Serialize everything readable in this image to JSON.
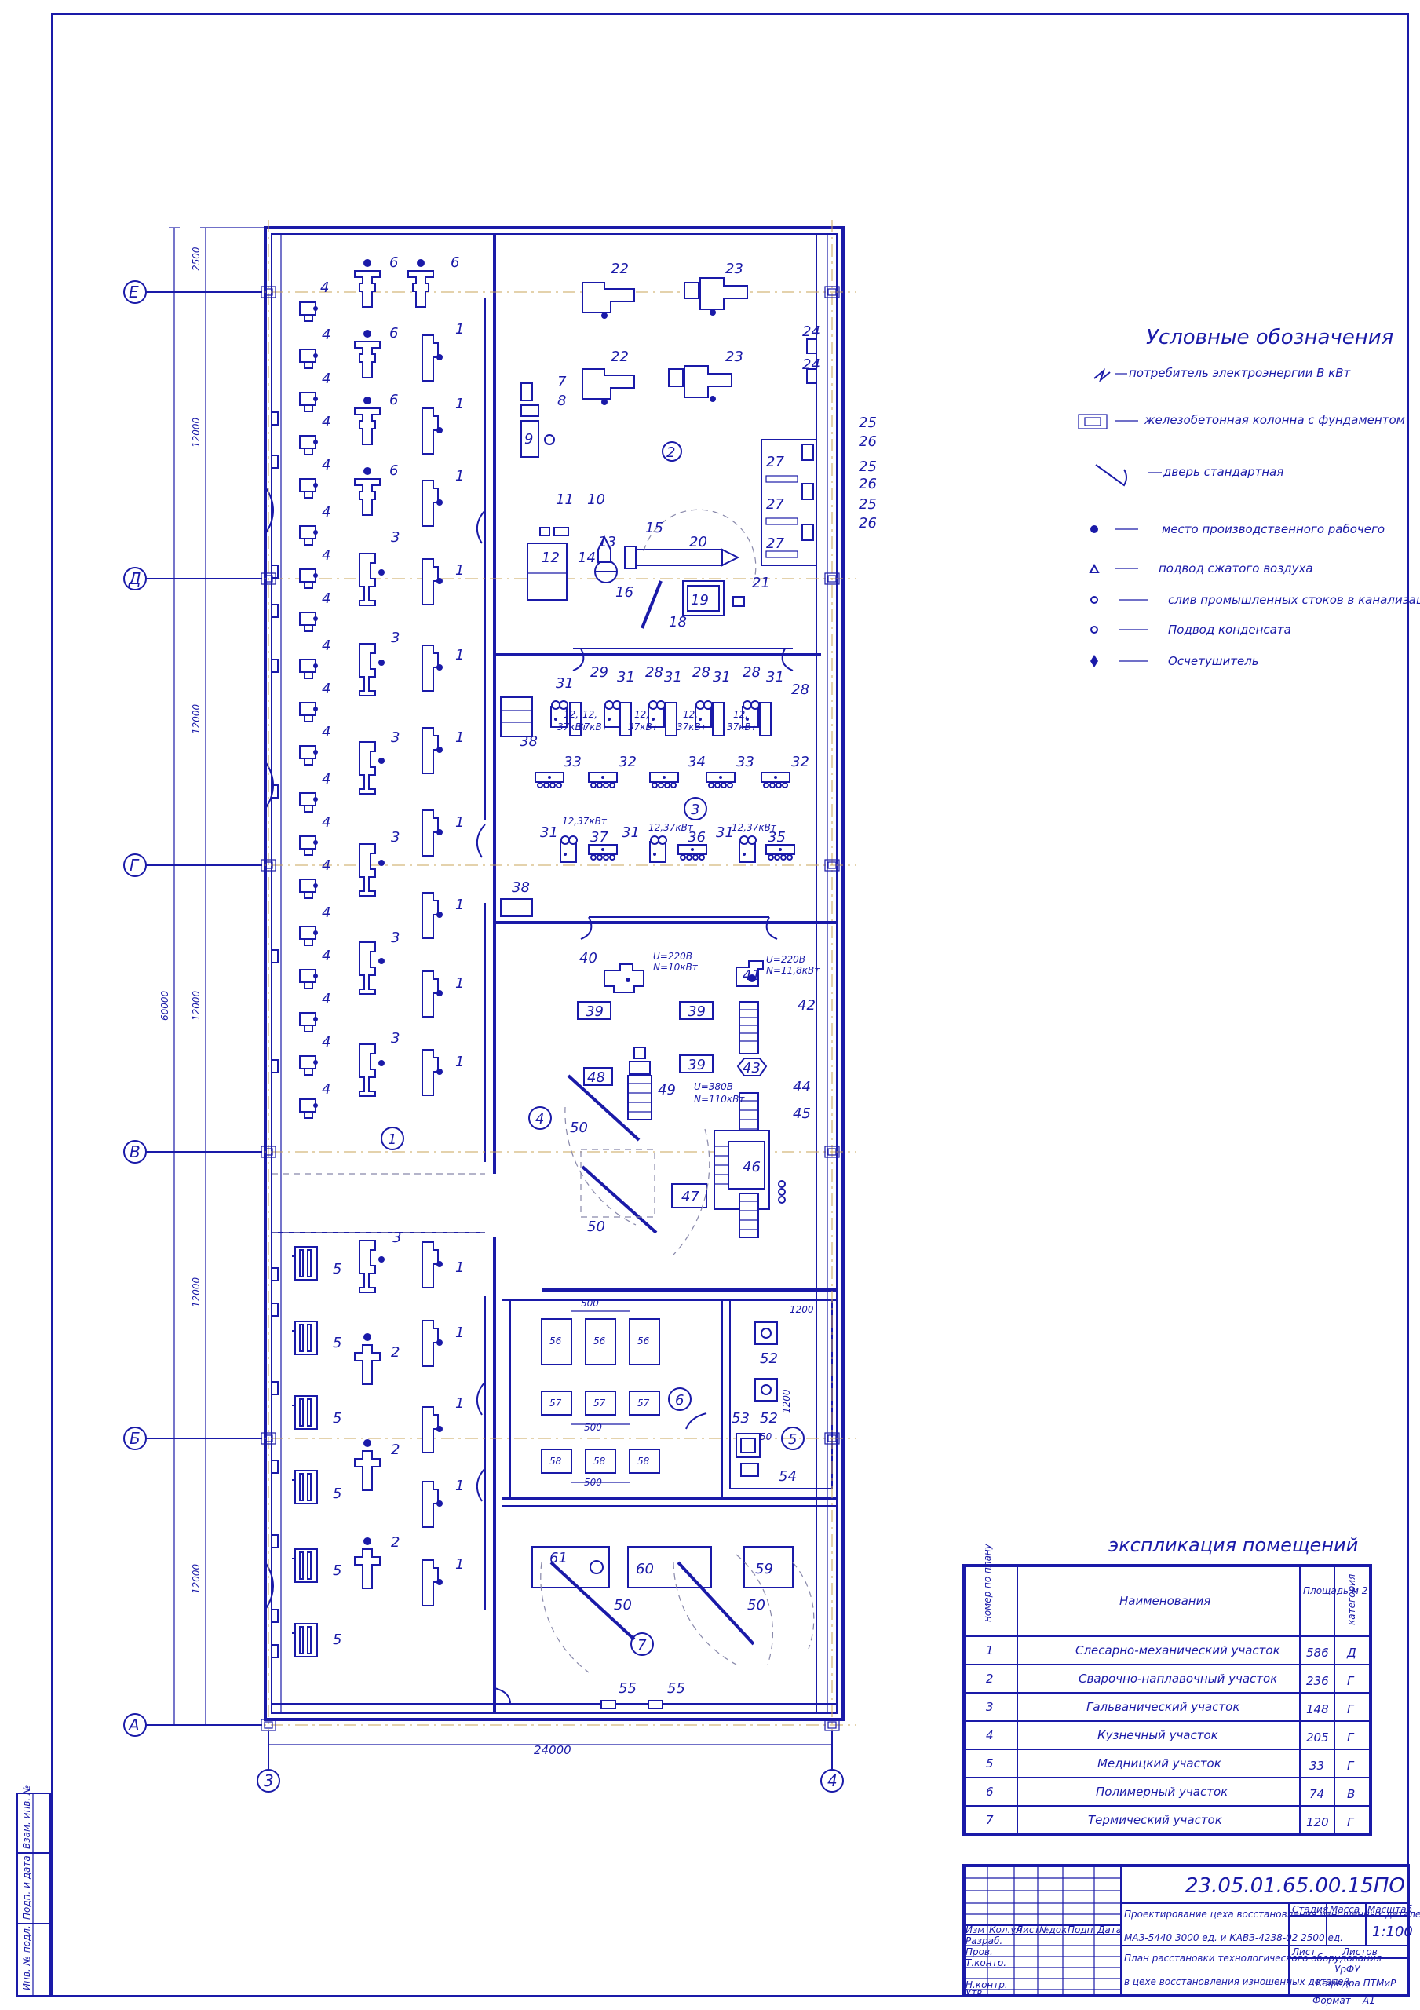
{
  "axes": {
    "rows": [
      "Е",
      "Д",
      "Г",
      "В",
      "Б",
      "А"
    ],
    "cols": [
      "3",
      "4"
    ],
    "dims_left": [
      "2500",
      "12000",
      "12000",
      "12000",
      "12000",
      "12000"
    ],
    "total_length": "60000",
    "total_width": "24000"
  },
  "legend": {
    "title": "Условные обозначения",
    "items": [
      {
        "icon": "power-consumer-icon",
        "text": "потребитель электроэнергии В кВт"
      },
      {
        "icon": "column-icon",
        "text": "железобетонная колонна с фундаментом"
      },
      {
        "icon": "door-icon",
        "text": "дверь стандартная"
      },
      {
        "icon": "worker-place-icon",
        "text": "место производственного рабочего"
      },
      {
        "icon": "compressed-air-icon",
        "text": "подвод сжатого воздуха"
      },
      {
        "icon": "drain-icon",
        "text": "слив промышленных стоков в канализацию"
      },
      {
        "icon": "condensate-icon",
        "text": "Подвод конденсата"
      },
      {
        "icon": "ventilation-icon",
        "text": "Осчетушитель"
      }
    ]
  },
  "explication": {
    "title": "экспликация помещений",
    "headers": [
      "номер по плану",
      "Наименования",
      "Площадь м 2",
      "категория"
    ],
    "rows": [
      [
        "1",
        "Слесарно-механический участок",
        "586",
        "Д"
      ],
      [
        "2",
        "Сварочно-наплавочный участок",
        "236",
        "Г"
      ],
      [
        "3",
        "Гальванический участок",
        "148",
        "Г"
      ],
      [
        "4",
        "Кузнечный участок",
        "205",
        "Г"
      ],
      [
        "5",
        "Медницкий участок",
        "33",
        "Г"
      ],
      [
        "6",
        "Полимерный участок",
        "74",
        "В"
      ],
      [
        "7",
        "Термический участок",
        "120",
        "Г"
      ]
    ]
  },
  "title_block": {
    "code": "23.05.01.65.00.15ПО",
    "project_title": "Проектирование цеха восстановления изношенных деталей",
    "project_sub": "МАЗ-5440 3000 ед. и КАВЗ-4238-02 2500 ед.",
    "sheet_title_1": "План расстановки технологического оборудования",
    "sheet_title_2": "в цехе восстановления изношенных деталей",
    "stage_label": "Стадия",
    "mass_label": "Масса",
    "scale_label": "Масштаб",
    "scale": "1:100",
    "sheet_label": "Лист",
    "sheets_label": "Листов",
    "org_1": "УрФУ",
    "org_2": "Кафедра ПТМиР",
    "format_label": "Формат",
    "format": "А1",
    "col_headers": [
      "Изм",
      "Кол.уч",
      "Лист",
      "№док",
      "Подп.",
      "Дата"
    ],
    "roles": [
      "Разраб.",
      "Пров.",
      "Т.контр.",
      "",
      "Н.контр.",
      "Утв."
    ]
  },
  "side_stamp": [
    "Инв. № подл.",
    "Подп. и дата",
    "Взам. инв. №"
  ],
  "power_notes": {
    "p40": [
      "U=220В",
      "N=10кВт"
    ],
    "p41": [
      "U=220В",
      "N=11,8кВт"
    ],
    "p49": [
      "U=380В",
      "N=110кВт"
    ],
    "kw12": "12,37кВт",
    "kw12a": "12,",
    "kw12b": "37кВт"
  },
  "dims_inner": {
    "d500": "500",
    "d1200": "1200",
    "d50": "50"
  },
  "labels": {
    "l1": "1",
    "l2": "2",
    "l3": "3",
    "l4": "4",
    "l5": "5",
    "l6": "6",
    "l7": "7",
    "l8": "8",
    "l9": "9",
    "l10": "10",
    "l11": "11",
    "l12": "12",
    "l13": "13",
    "l14": "14",
    "l15": "15",
    "l16": "16",
    "l18": "18",
    "l19": "19",
    "l20": "20",
    "l21": "21",
    "l22": "22",
    "l23": "23",
    "l24": "24",
    "l25": "25",
    "l26": "26",
    "l27": "27",
    "l28": "28",
    "l29": "29",
    "l31": "31",
    "l32": "32",
    "l33": "33",
    "l34": "34",
    "l35": "35",
    "l36": "36",
    "l37": "37",
    "l38": "38",
    "l39": "39",
    "l40": "40",
    "l41": "41",
    "l42": "42",
    "l43": "43",
    "l44": "44",
    "l45": "45",
    "l46": "46",
    "l47": "47",
    "l48": "48",
    "l49": "49",
    "l50": "50",
    "l52": "52",
    "l53": "53",
    "l54": "54",
    "l55": "55",
    "l56": "56",
    "l57": "57",
    "l58": "58",
    "l59": "59",
    "l60": "60",
    "l61": "61"
  }
}
